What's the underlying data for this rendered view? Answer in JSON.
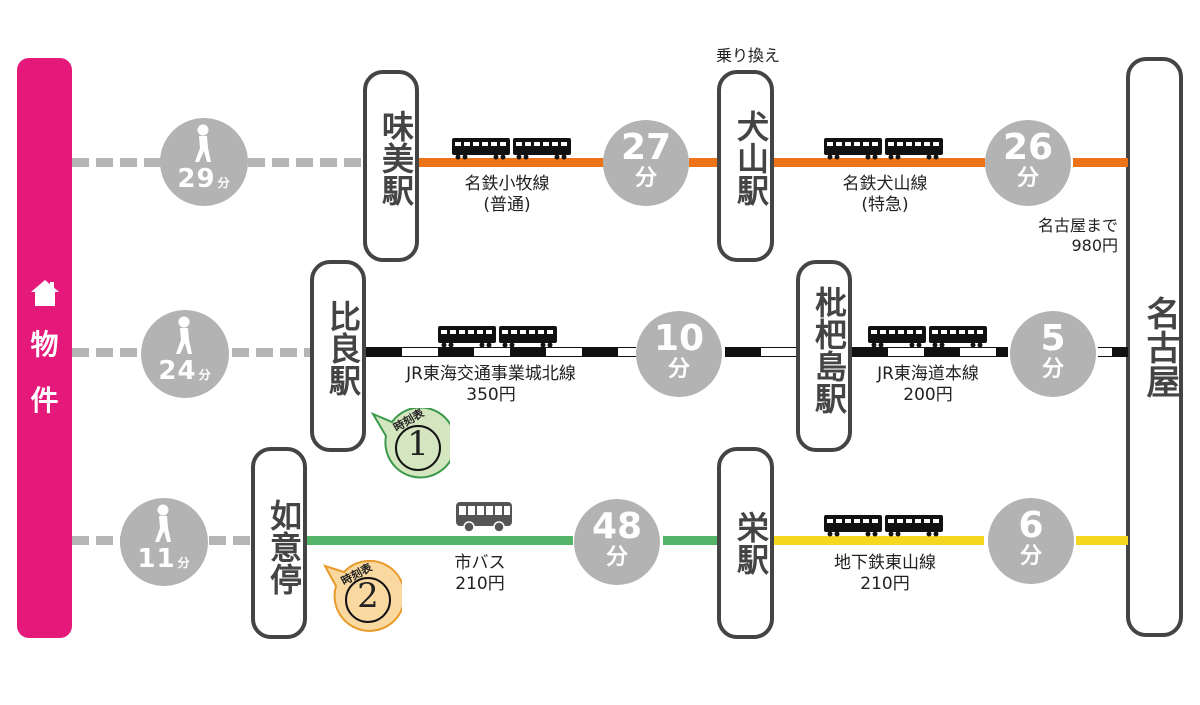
{
  "property": {
    "label_1": "物",
    "label_2": "件",
    "icon": "house-icon",
    "color": "#e4197a"
  },
  "routes": [
    {
      "walk": {
        "minutes": "29",
        "unit": "分",
        "icon": "walking-person-icon"
      },
      "stations": [
        {
          "name": "味美駅"
        },
        {
          "name": "犬山駅",
          "note": "乗り換え"
        }
      ],
      "segments": [
        {
          "line": "名鉄小牧線",
          "sub": "(普通)",
          "minutes": "27",
          "unit": "分",
          "icon": "train-icon",
          "color": "#ec7318"
        },
        {
          "line": "名鉄犬山線",
          "sub": "(特急)",
          "minutes": "26",
          "unit": "分",
          "icon": "train-icon",
          "color": "#ec7318"
        }
      ],
      "fare_note_1": "名古屋まで",
      "fare_note_2": "980円"
    },
    {
      "walk": {
        "minutes": "24",
        "unit": "分",
        "icon": "walking-person-icon"
      },
      "stations": [
        {
          "name": "比良駅"
        },
        {
          "name": "枇杷島駅"
        }
      ],
      "segments": [
        {
          "line": "JR東海交通事業城北線",
          "sub": "350円",
          "minutes": "10",
          "unit": "分",
          "icon": "train-icon",
          "color": "#111111"
        },
        {
          "line": "JR東海道本線",
          "sub": "200円",
          "minutes": "5",
          "unit": "分",
          "icon": "train-icon",
          "color": "#111111"
        }
      ],
      "timetable": {
        "label": "時刻表",
        "number": "①",
        "color": "#d4e6c0"
      }
    },
    {
      "walk": {
        "minutes": "11",
        "unit": "分",
        "icon": "walking-person-icon"
      },
      "stations": [
        {
          "name": "如意停"
        },
        {
          "name": "栄駅"
        }
      ],
      "segments": [
        {
          "line": "市バス",
          "sub": "210円",
          "minutes": "48",
          "unit": "分",
          "icon": "bus-icon",
          "color": "#54b56a"
        },
        {
          "line": "地下鉄東山線",
          "sub": "210円",
          "minutes": "6",
          "unit": "分",
          "icon": "train-icon",
          "color": "#f5d720"
        }
      ],
      "timetable": {
        "label": "時刻表",
        "number": "②",
        "color": "#f9d9a0"
      }
    }
  ],
  "destination": {
    "name": "名古屋"
  }
}
